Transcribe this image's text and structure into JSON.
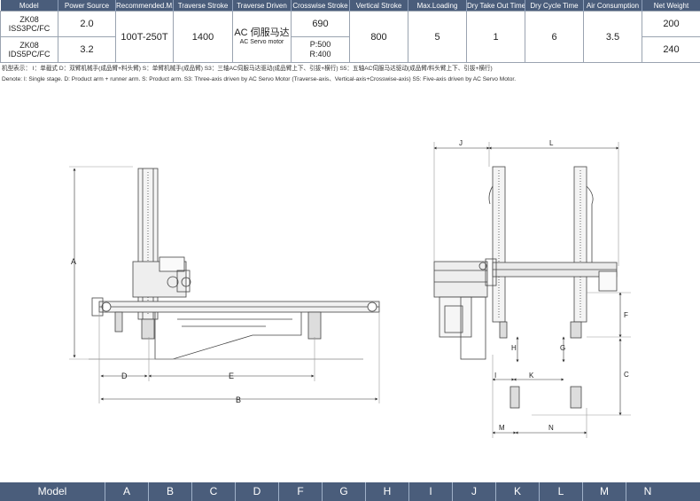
{
  "spec_table": {
    "headers": [
      "Model",
      "Power Source",
      "Recommended.M.M",
      "Traverse Stroke",
      "Traverse Driven",
      "Crosswise Stroke",
      "Vertical Stroke",
      "Max.Loading",
      "Dry Take Out Time",
      "Dry Cycle Time",
      "Air Consumption",
      "Net Weight"
    ],
    "rows": [
      {
        "model_line1": "ZK08",
        "model_line2": "ISS3PC/FC",
        "power": "2.0",
        "crosswise": "690",
        "weight": "200"
      },
      {
        "model_line1": "ZK08",
        "model_line2": "IDS5PC/FC",
        "power": "3.2",
        "crosswise_p": "P:500",
        "crosswise_r": "R:400",
        "weight": "240"
      }
    ],
    "shared": {
      "recommended": "100T-250T",
      "traverse_stroke": "1400",
      "traverse_driven_cn": "AC 伺服马达",
      "traverse_driven_en": "AC Servo motor",
      "vertical": "800",
      "max_loading": "5",
      "take_out": "1",
      "cycle": "6",
      "air": "3.5"
    }
  },
  "notes": {
    "cn": "机型表示：  I：单截式    D：双臂机械手(成品臂+料头臂)    S：单臂机械手(成品臂)    S3：三轴AC伺服马达驱动(成品臂上下、引拔+横行)    S5：五轴AC伺服马达驱动(成品臂/料头臂上下、引拔+横行)",
    "en": "Denote:  I: Single stage.  D: Product arm + runner arm.  S: Product arm.  S3: Three-axis driven by AC Servo Motor (Traverse-axis、Vertical-axis+Crosswise-axis)  S5: Five-axis driven by AC Servo Motor."
  },
  "dimension_labels": {
    "a": "A",
    "b": "B",
    "d": "D",
    "e": "E",
    "j": "J",
    "l": "L",
    "f": "F",
    "h": "H",
    "g": "G",
    "c": "C",
    "i": "I",
    "k": "K",
    "m": "M",
    "n": "N"
  },
  "bottom_bar": [
    "Model",
    "A",
    "B",
    "C",
    "D",
    "F",
    "G",
    "H",
    "I",
    "J",
    "K",
    "L",
    "M",
    "N"
  ]
}
